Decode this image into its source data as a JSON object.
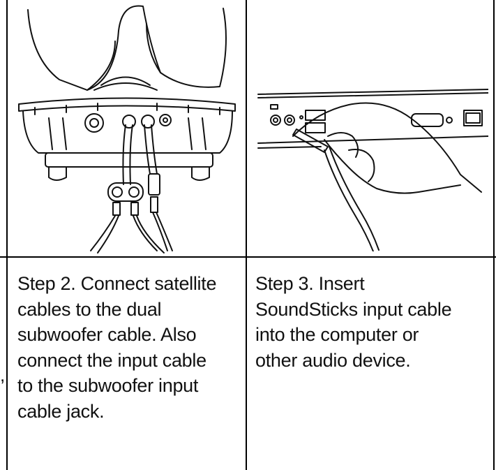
{
  "panels": [
    {
      "step_text": "Step 2. Connect satellite cables to the dual subwoofer cable. Also connect the input cable to the subwoofer input cable jack.",
      "lines": [
        "Step 2. Connect satellite",
        "cables to the dual",
        "subwoofer cable. Also",
        "connect the input cable",
        "to the subwoofer input",
        "cable jack."
      ],
      "illustration": "subwoofer-back-with-cables"
    },
    {
      "step_text": "Step 3. Insert SoundSticks input cable into the computer or other audio device.",
      "lines": [
        "Step 3. Insert",
        "SoundSticks input cable",
        "into the computer or",
        "other audio device."
      ],
      "illustration": "hand-plugging-cable-into-computer"
    }
  ],
  "left_margin_mark": ","
}
